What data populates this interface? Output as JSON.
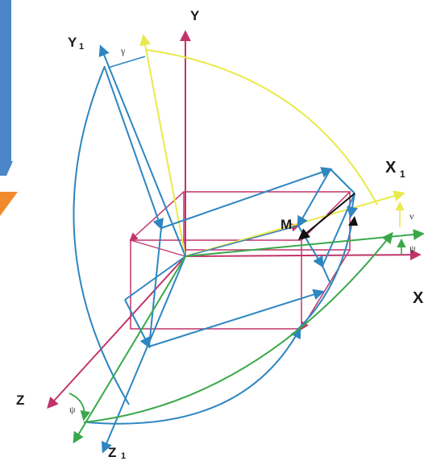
{
  "colors": {
    "magenta": "#c2336b",
    "blue": "#2e86c1",
    "yellow": "#e8ea4a",
    "green": "#3aa84a",
    "black": "#111111",
    "orange": "#f08a2b",
    "side_blue": "#4a86c8"
  },
  "labels": {
    "y": "Y",
    "y1": "Y",
    "y1_sub": "1",
    "x": "X",
    "x1": "X",
    "x1_sub": "1",
    "z": "Z",
    "z1": "Z",
    "z1_sub": "1",
    "m": "M"
  },
  "angles": {
    "gamma": "γ",
    "nu": "ν",
    "psi_right": "ψ",
    "psi_left": "ψ"
  }
}
